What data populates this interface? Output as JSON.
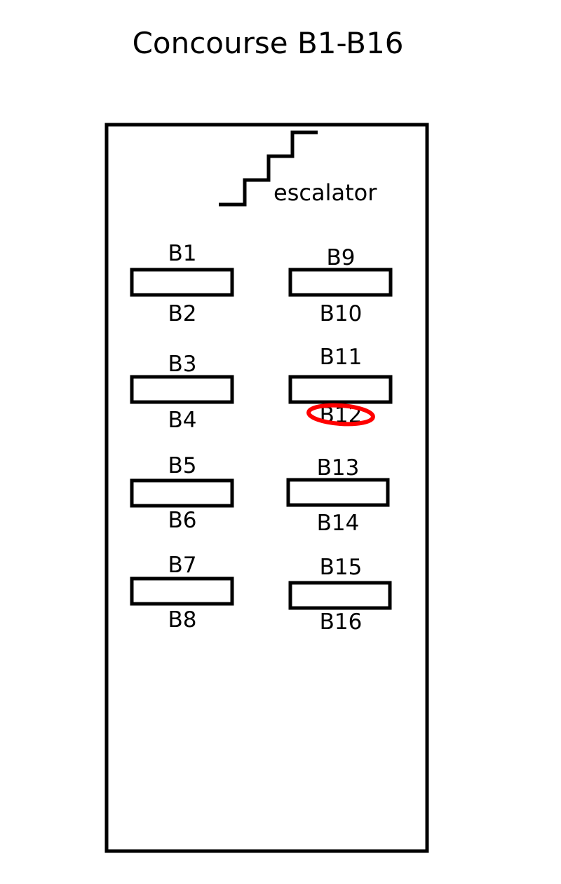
{
  "title": "Concourse B1-B16",
  "escalator_label": "escalator",
  "gates": [
    "B1",
    "B2",
    "B3",
    "B4",
    "B5",
    "B6",
    "B7",
    "B8",
    "B9",
    "B10",
    "B11",
    "B12",
    "B13",
    "B14",
    "B15",
    "B16"
  ],
  "highlighted_gate": "B12",
  "highlight_color": "#ff0000"
}
